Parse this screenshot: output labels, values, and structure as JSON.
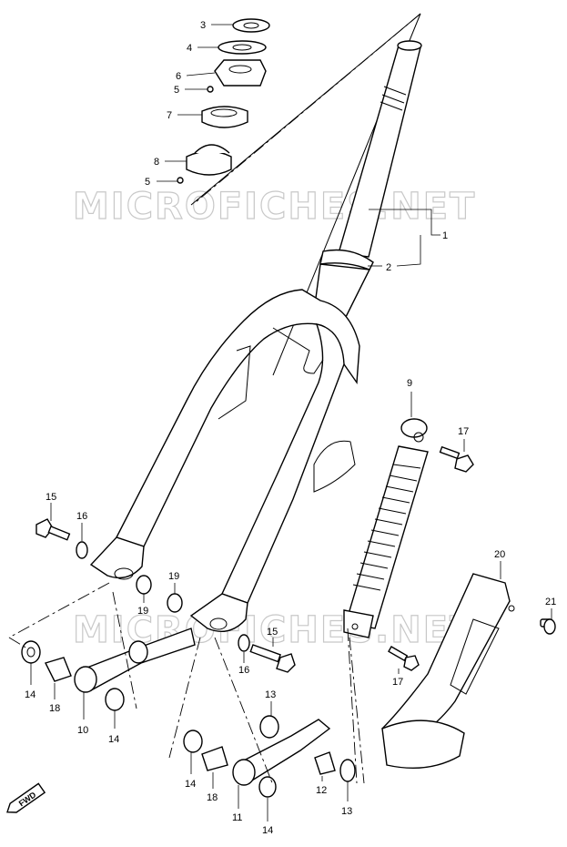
{
  "watermark": "MICROFICHES.NET",
  "direction_badge": "FWD",
  "part_labels": [
    {
      "id": "label-3",
      "text": "3"
    },
    {
      "id": "label-4",
      "text": "4"
    },
    {
      "id": "label-6",
      "text": "6"
    },
    {
      "id": "label-5a",
      "text": "5"
    },
    {
      "id": "label-7",
      "text": "7"
    },
    {
      "id": "label-8",
      "text": "8"
    },
    {
      "id": "label-5b",
      "text": "5"
    },
    {
      "id": "label-1",
      "text": "1"
    },
    {
      "id": "label-2",
      "text": "2"
    },
    {
      "id": "label-9",
      "text": "9"
    },
    {
      "id": "label-17a",
      "text": "17"
    },
    {
      "id": "label-15a",
      "text": "15"
    },
    {
      "id": "label-16a",
      "text": "16"
    },
    {
      "id": "label-19a",
      "text": "19"
    },
    {
      "id": "label-19b",
      "text": "19"
    },
    {
      "id": "label-20",
      "text": "20"
    },
    {
      "id": "label-21",
      "text": "21"
    },
    {
      "id": "label-15b",
      "text": "15"
    },
    {
      "id": "label-16b",
      "text": "16"
    },
    {
      "id": "label-17b",
      "text": "17"
    },
    {
      "id": "label-14a",
      "text": "14"
    },
    {
      "id": "label-18a",
      "text": "18"
    },
    {
      "id": "label-10",
      "text": "10"
    },
    {
      "id": "label-14b",
      "text": "14"
    },
    {
      "id": "label-13a",
      "text": "13"
    },
    {
      "id": "label-14c",
      "text": "14"
    },
    {
      "id": "label-18b",
      "text": "18"
    },
    {
      "id": "label-11",
      "text": "11"
    },
    {
      "id": "label-14d",
      "text": "14"
    },
    {
      "id": "label-12",
      "text": "12"
    },
    {
      "id": "label-13b",
      "text": "13"
    }
  ]
}
